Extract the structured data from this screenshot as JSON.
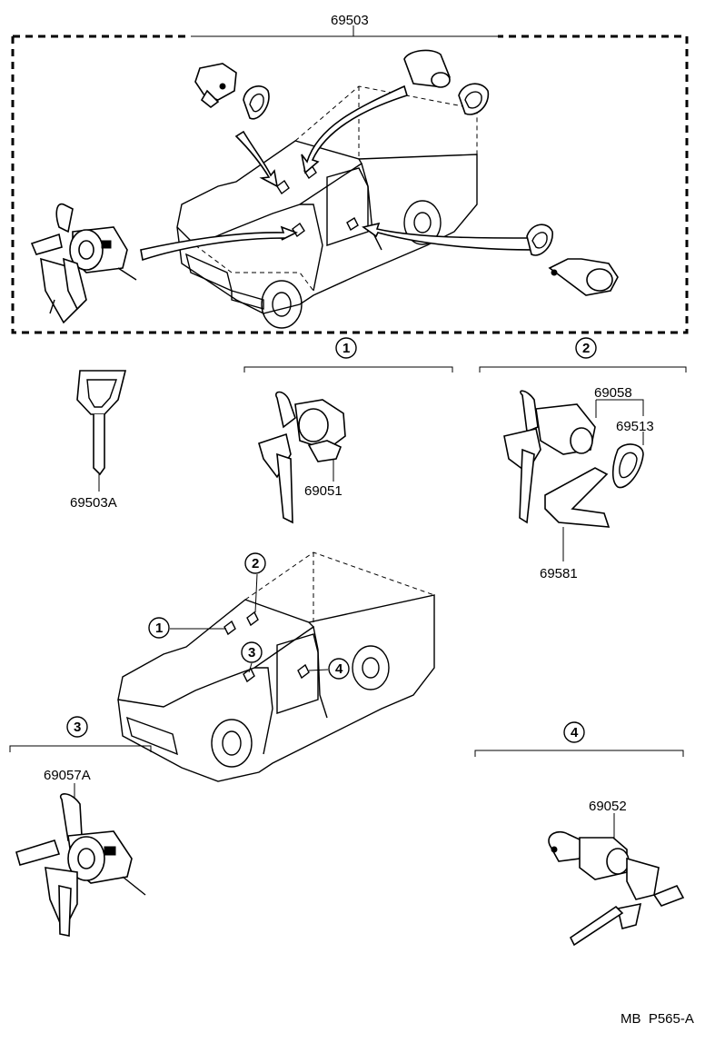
{
  "diagram": {
    "assembly_number": "69503",
    "key_number": "69503A",
    "circle_labels": [
      "1",
      "2",
      "3",
      "4"
    ],
    "group1": {
      "part": "69051"
    },
    "group2": {
      "parts": [
        "69058",
        "69513",
        "69581"
      ]
    },
    "group3": {
      "part": "69057A"
    },
    "group4": {
      "part": "69052"
    },
    "footer": "MB  P565-A"
  }
}
